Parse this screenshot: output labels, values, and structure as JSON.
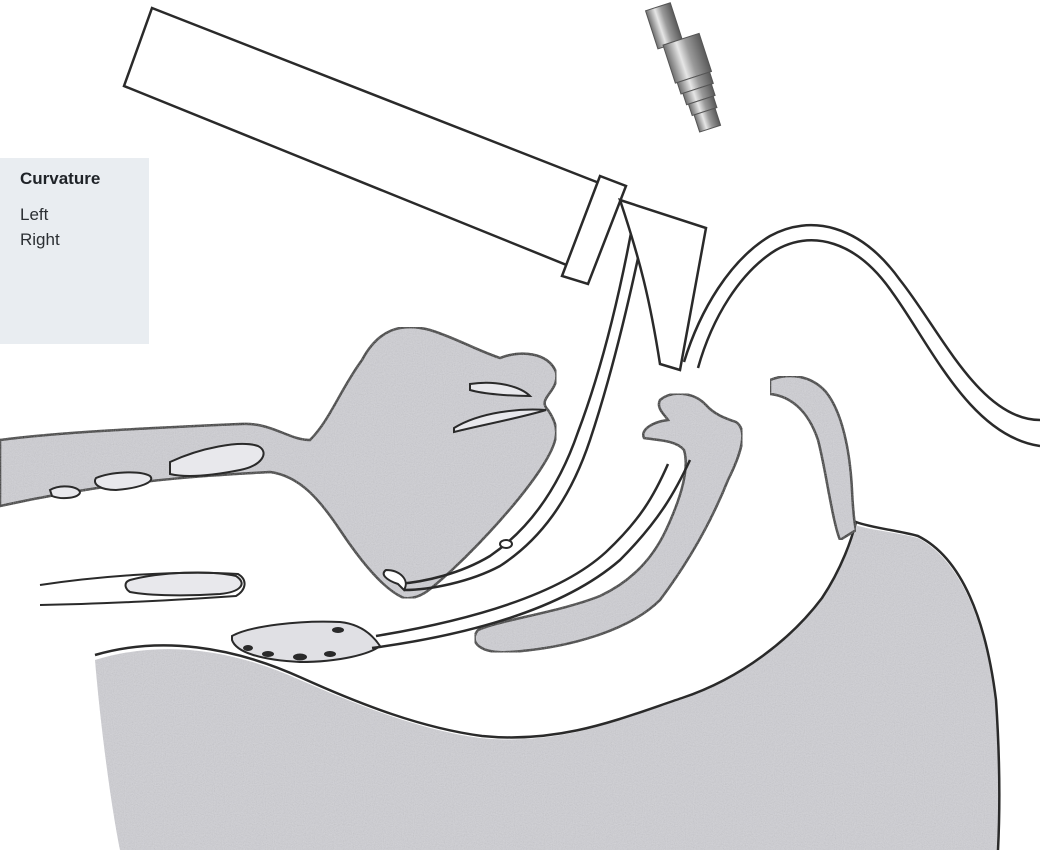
{
  "panel": {
    "title": "Curvature",
    "options": [
      "Left",
      "Right"
    ]
  },
  "colors": {
    "tissue_fill": "#cfcfd4",
    "tissue_dark": "#b8b8bf",
    "outline": "#2a2a2a",
    "panel_bg": "#e9edf1",
    "instrument_metal": "#a8a8a8"
  }
}
